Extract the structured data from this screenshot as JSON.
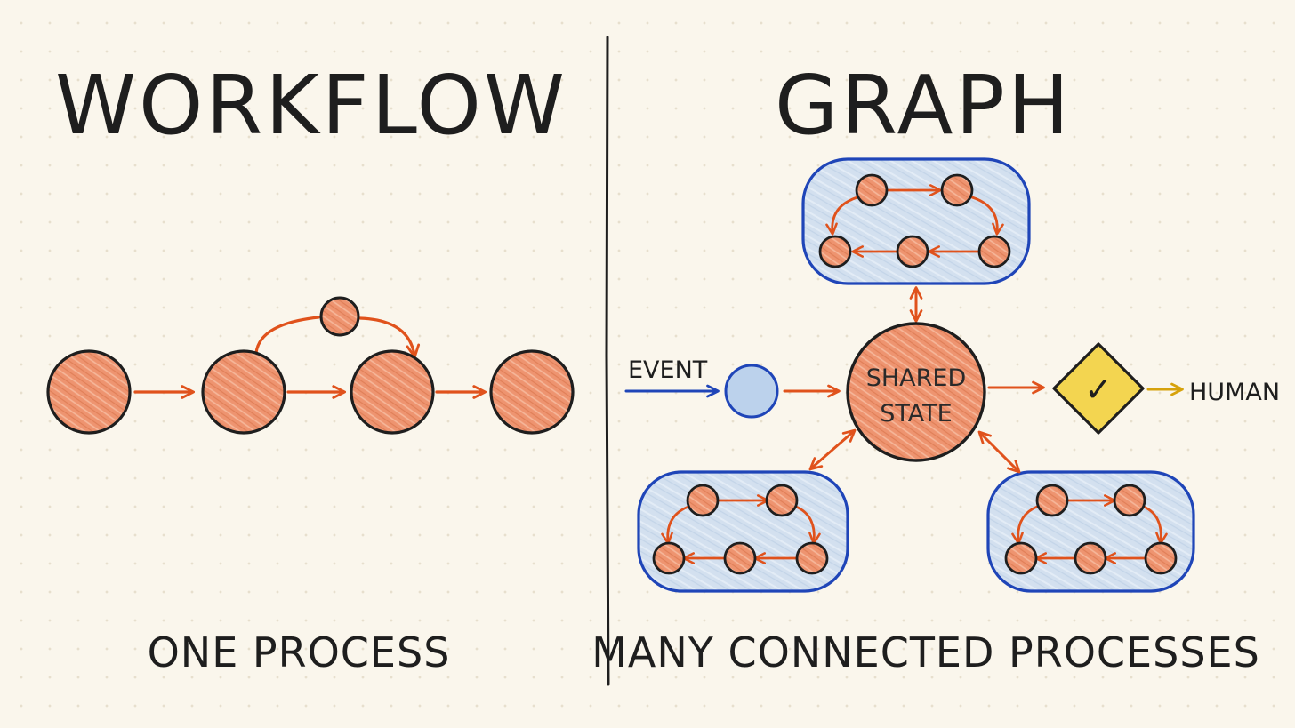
{
  "left": {
    "title": "WORKFLOW",
    "caption": "ONE PROCESS"
  },
  "right": {
    "title": "GRAPH",
    "caption": "MANY CONNECTED PROCESSES",
    "event_label": "EVENT",
    "shared_state_line1": "SHARED",
    "shared_state_line2": "STATE",
    "human_label": "HUMAN",
    "checkpoint_glyph": "✓"
  },
  "colors": {
    "node_fill": "#ee9470",
    "node_stroke": "#1e1e1e",
    "arrow_orange": "#e0521c",
    "arrow_blue": "#1f45b8",
    "group_fill": "#d3e0ef",
    "group_stroke": "#1f45b8",
    "event_node_fill": "#bcd2ec",
    "decision_fill": "#f3d550",
    "arrow_yellow": "#d6a20c",
    "divider": "#1e1e1e"
  },
  "icons": [
    "checkmark-icon",
    "diamond-decision-icon"
  ]
}
